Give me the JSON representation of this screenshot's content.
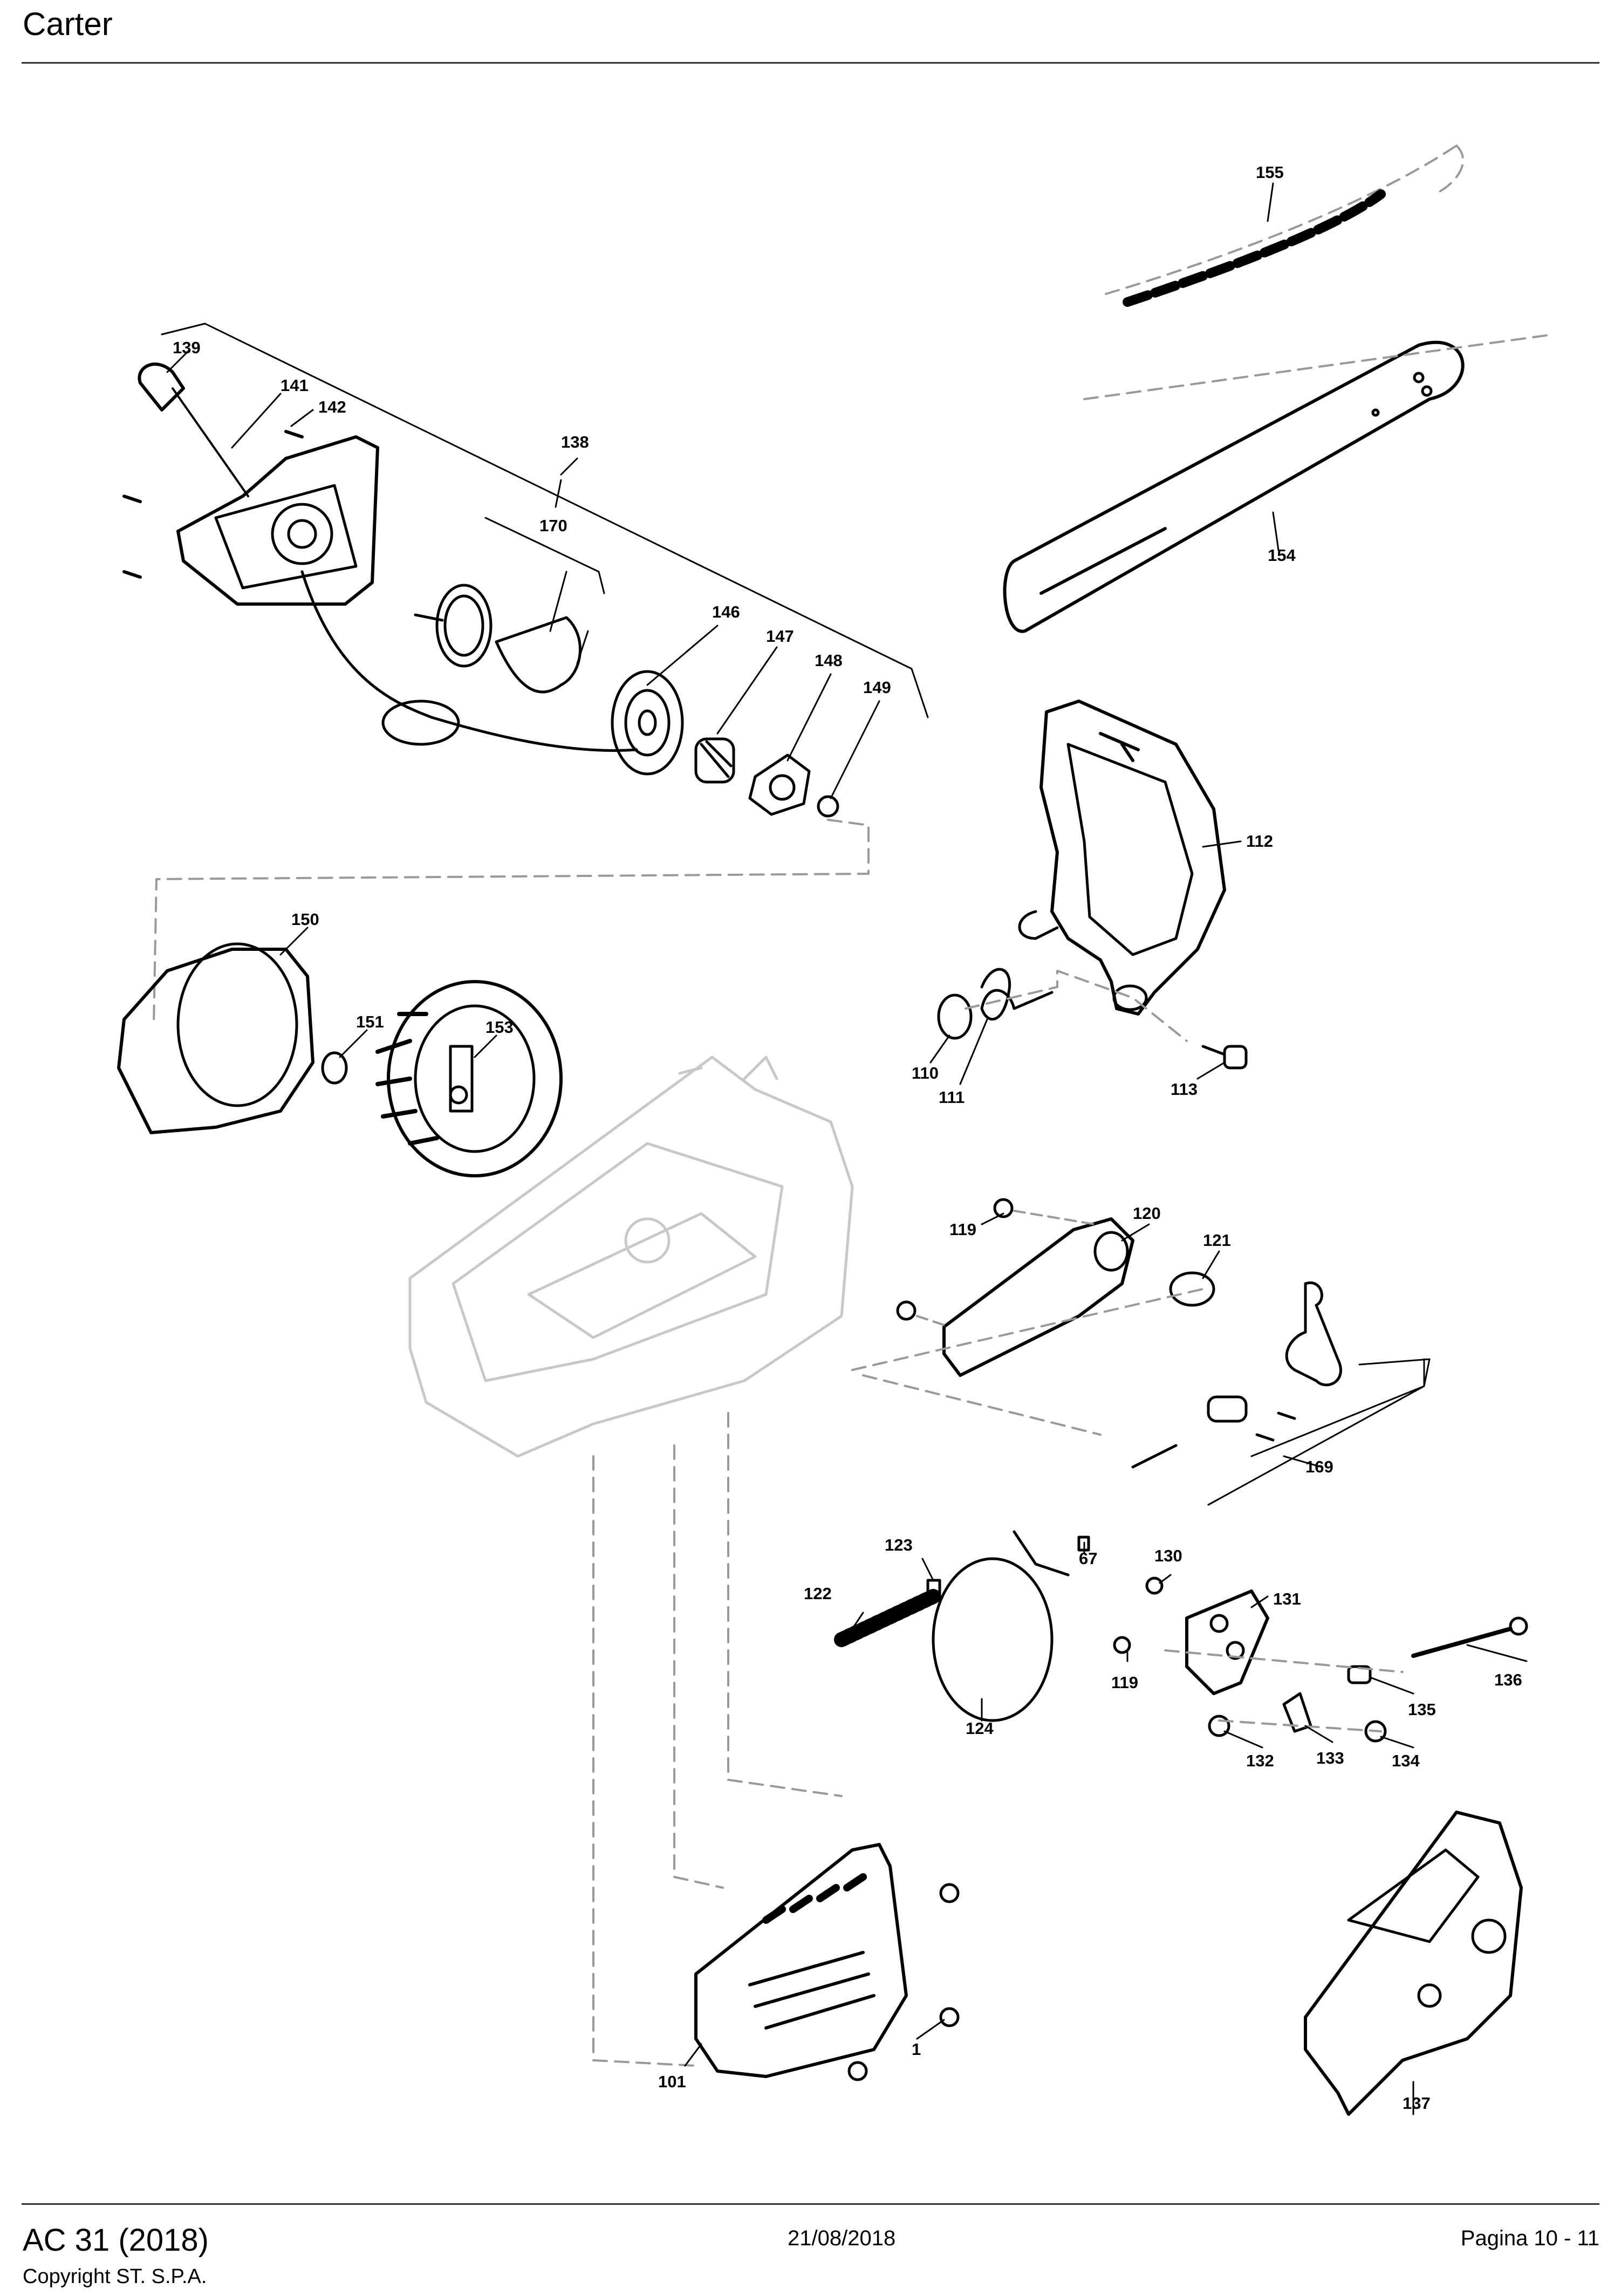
{
  "header": {
    "title": "Carter"
  },
  "footer": {
    "model": "AC 31 (2018)",
    "copyright": "Copyright ST. S.P.A.",
    "date": "21/08/2018",
    "page": "Pagina 10 - 11"
  },
  "diagram": {
    "callouts": [
      "155",
      "139",
      "141",
      "142",
      "138",
      "170",
      "154",
      "146",
      "147",
      "148",
      "149",
      "112",
      "150",
      "151",
      "153",
      "110",
      "111",
      "113",
      "119",
      "120",
      "121",
      "169",
      "123",
      "67",
      "130",
      "131",
      "122",
      "136",
      "124",
      "135",
      "132",
      "133",
      "134",
      "1",
      "101",
      "137"
    ]
  }
}
